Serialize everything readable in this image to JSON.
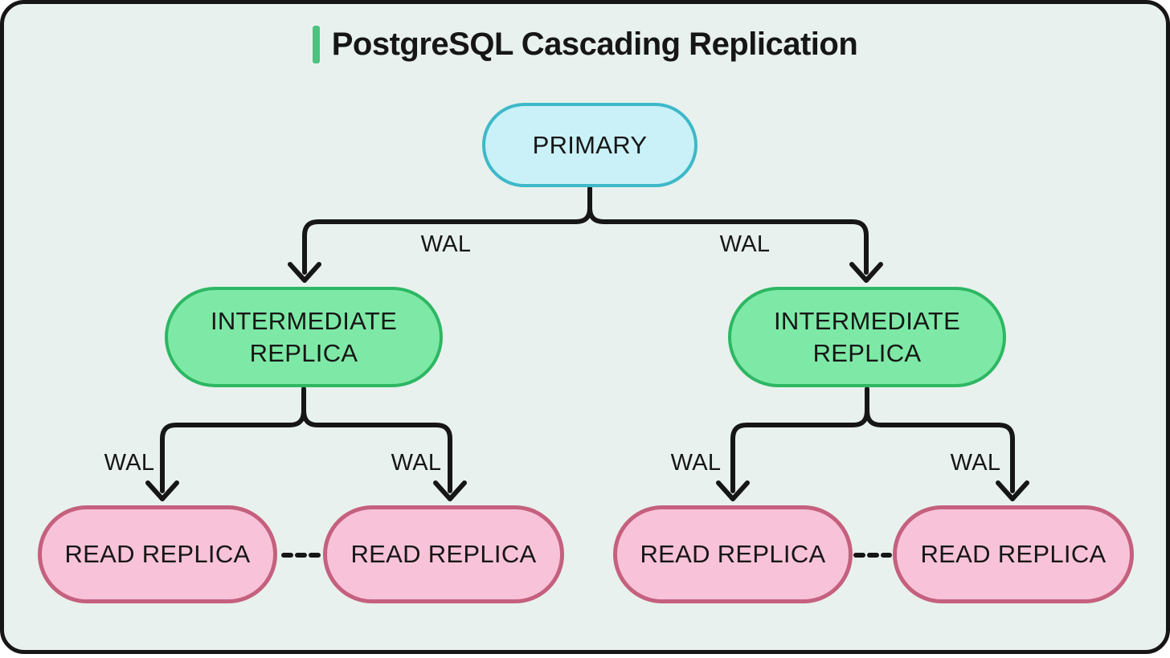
{
  "title": "PostgreSQL Cascading Replication",
  "labels": {
    "wal": "WAL"
  },
  "nodes": {
    "primary": {
      "label": "PRIMARY"
    },
    "intermediate_left": {
      "label": "INTERMEDIATE REPLICA"
    },
    "intermediate_right": {
      "label": "INTERMEDIATE REPLICA"
    },
    "read_replica_1": {
      "label": "READ REPLICA"
    },
    "read_replica_2": {
      "label": "READ REPLICA"
    },
    "read_replica_3": {
      "label": "READ REPLICA"
    },
    "read_replica_4": {
      "label": "READ REPLICA"
    }
  },
  "colors": {
    "panel_bg": "#e8f1ed",
    "ink": "#161616",
    "title_accent": "#4dc17f",
    "primary_fill": "#c9f1f7",
    "primary_border": "#3db9c9",
    "intermediate_fill": "#7ee9a6",
    "intermediate_border": "#2db763",
    "replica_fill": "#f8c3d8",
    "replica_border": "#c5607f"
  }
}
